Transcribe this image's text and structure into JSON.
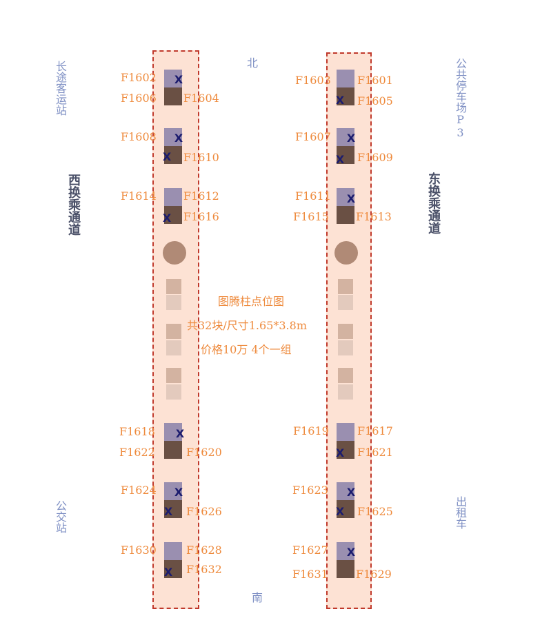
{
  "directions": {
    "north": "北",
    "south": "南"
  },
  "places": {
    "long_distance_bus": "长途客运站",
    "public_parking": "公共停车场P3",
    "bus_station": "公交站",
    "taxi": "出租车"
  },
  "passages": {
    "west": "西换乘通道",
    "east": "东换乘通道"
  },
  "info": {
    "title": "图腾柱点位图",
    "count_size": "共32块/尺寸1.65*3.8m",
    "price": "价格10万 4个一组"
  },
  "mark_symbol": "X",
  "codes": {
    "F1601": "F1601",
    "F1602": "F1602",
    "F1603": "F1603",
    "F1604": "F1604",
    "F1605": "F1605",
    "F1606": "F1606",
    "F1607": "F1607",
    "F1608": "F1608",
    "F1609": "F1609",
    "F1610": "F1610",
    "F1611": "F1611",
    "F1612": "F1612",
    "F1613": "F1613",
    "F1614": "F1614",
    "F1615": "F1615",
    "F1616": "F1616",
    "F1617": "F1617",
    "F1618": "F1618",
    "F1619": "F1619",
    "F1620": "F1620",
    "F1621": "F1621",
    "F1622": "F1622",
    "F1623": "F1623",
    "F1624": "F1624",
    "F1625": "F1625",
    "F1626": "F1626",
    "F1627": "F1627",
    "F1628": "F1628",
    "F1629": "F1629",
    "F1630": "F1630",
    "F1631": "F1631",
    "F1632": "F1632"
  },
  "colors": {
    "corridor_fill": "#fde2d4",
    "corridor_border": "#c0392b",
    "code_text": "#ee8a3c",
    "place_text": "#7f90c4",
    "passage_text": "#4a5068",
    "mark": "#1c1c6e"
  }
}
